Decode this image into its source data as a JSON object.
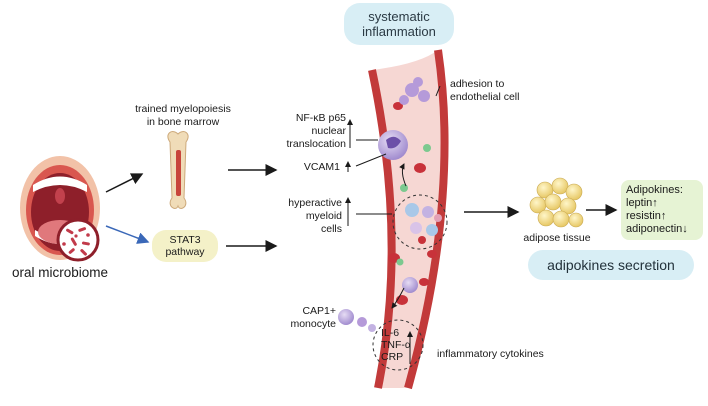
{
  "title": "systematic\ninflammation",
  "labels": {
    "oral_microbiome": "oral microbiome",
    "trained_myelopoiesis": "trained myelopoiesis\nin bone marrow",
    "stat3": "STAT3\npathway",
    "nfkb": "NF-κB p65\nnuclear\ntranslocation",
    "vcam1": "VCAM1",
    "hyperactive": "hyperactive\nmyeloid\ncells",
    "adhesion": "adhesion to\nendothelial cell",
    "cap1": "CAP1+\nmonocyte",
    "cytokines": "IL-6\nTNF-α\nCRP",
    "inflammatory_cytokines": "inflammatory cytokines",
    "adipose_tissue": "adipose tissue",
    "adipokines_title": "Adipokines:",
    "leptin": "leptin",
    "resistin": "resistin",
    "adiponectin": "adiponectin",
    "up_arrow": "↑",
    "down_arrow": "↓",
    "adipokines_secretion": "adipokines secretion"
  },
  "colors": {
    "vessel_wall": "#c23a3a",
    "vessel_lumen": "#f6d7d3",
    "pill_blue": "#d8eef5",
    "pill_yellow": "#f4f1c8",
    "adipokine_box": "#e6f3d4",
    "arrow_black": "#1a1a1a",
    "arrow_blue": "#3a68b8",
    "fat_cell": "#f1dc8a",
    "monocyte": "#b9a6dc"
  }
}
